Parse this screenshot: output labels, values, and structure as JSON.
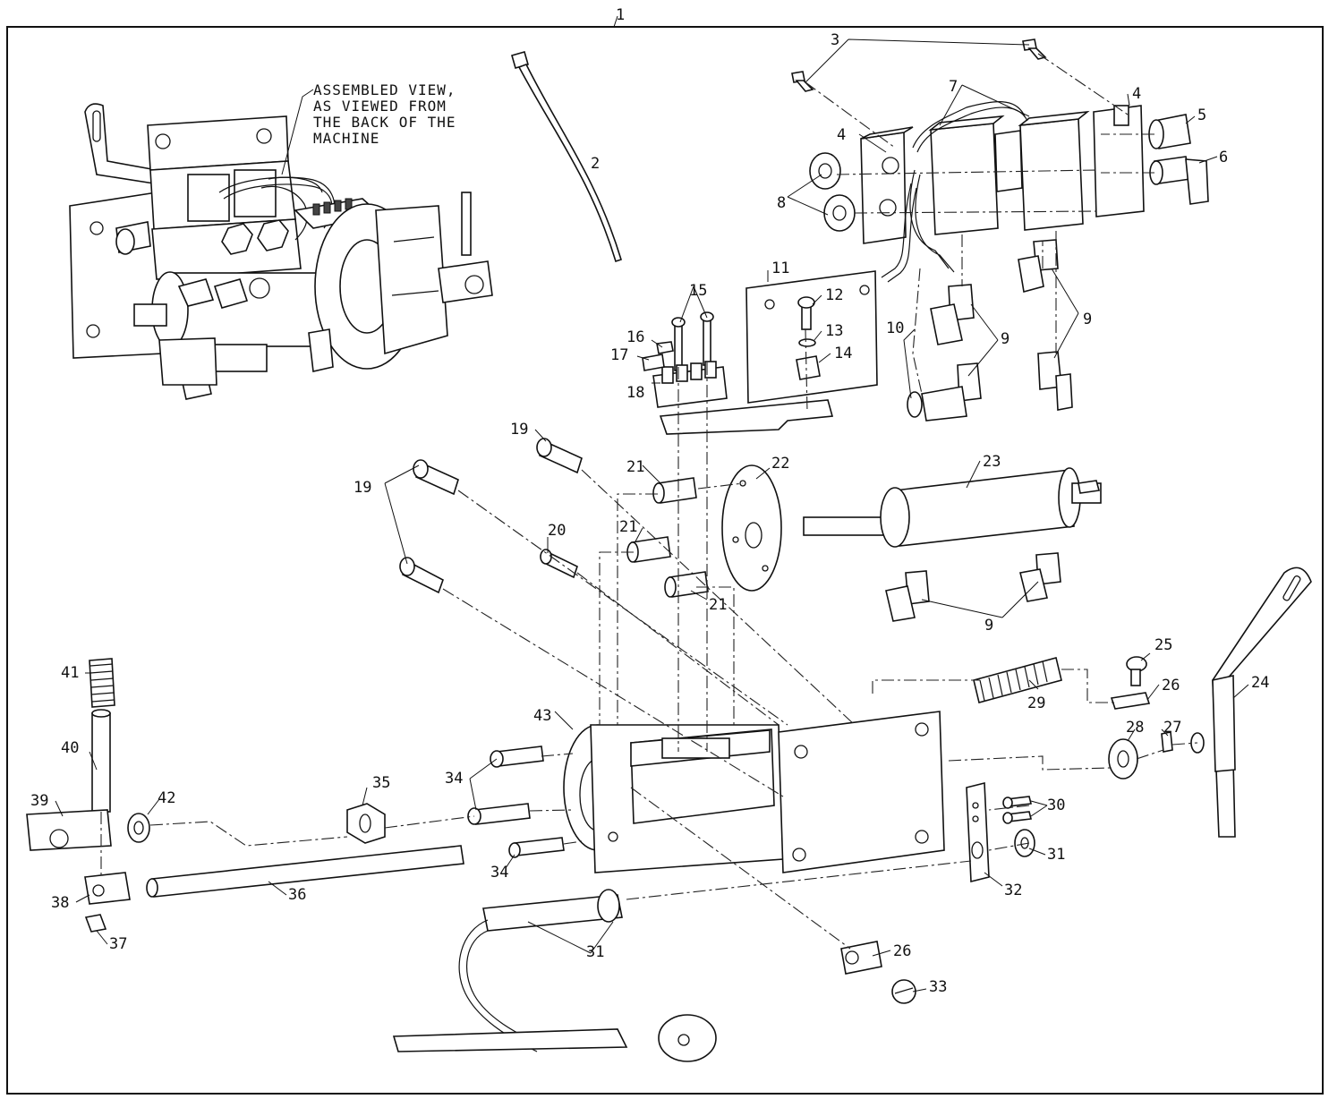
{
  "diagram": {
    "figure_number": "1",
    "assembled_note": [
      "ASSEMBLED VIEW,",
      "AS VIEWED FROM",
      "THE BACK OF THE",
      "MACHINE"
    ],
    "callouts": [
      {
        "id": "c1",
        "label": "1"
      },
      {
        "id": "c2",
        "label": "2"
      },
      {
        "id": "c3",
        "label": "3"
      },
      {
        "id": "c4a",
        "label": "4"
      },
      {
        "id": "c4b",
        "label": "4"
      },
      {
        "id": "c5",
        "label": "5"
      },
      {
        "id": "c6",
        "label": "6"
      },
      {
        "id": "c7",
        "label": "7"
      },
      {
        "id": "c8",
        "label": "8"
      },
      {
        "id": "c9a",
        "label": "9"
      },
      {
        "id": "c9b",
        "label": "9"
      },
      {
        "id": "c9c",
        "label": "9"
      },
      {
        "id": "c10",
        "label": "10"
      },
      {
        "id": "c11",
        "label": "11"
      },
      {
        "id": "c12",
        "label": "12"
      },
      {
        "id": "c13",
        "label": "13"
      },
      {
        "id": "c14",
        "label": "14"
      },
      {
        "id": "c15",
        "label": "15"
      },
      {
        "id": "c16",
        "label": "16"
      },
      {
        "id": "c17",
        "label": "17"
      },
      {
        "id": "c18",
        "label": "18"
      },
      {
        "id": "c19a",
        "label": "19"
      },
      {
        "id": "c19b",
        "label": "19"
      },
      {
        "id": "c20",
        "label": "20"
      },
      {
        "id": "c21a",
        "label": "21"
      },
      {
        "id": "c21b",
        "label": "21"
      },
      {
        "id": "c21c",
        "label": "21"
      },
      {
        "id": "c22",
        "label": "22"
      },
      {
        "id": "c23",
        "label": "23"
      },
      {
        "id": "c24",
        "label": "24"
      },
      {
        "id": "c25",
        "label": "25"
      },
      {
        "id": "c26a",
        "label": "26"
      },
      {
        "id": "c26b",
        "label": "26"
      },
      {
        "id": "c27",
        "label": "27"
      },
      {
        "id": "c28",
        "label": "28"
      },
      {
        "id": "c29",
        "label": "29"
      },
      {
        "id": "c30",
        "label": "30"
      },
      {
        "id": "c31a",
        "label": "31"
      },
      {
        "id": "c31b",
        "label": "31"
      },
      {
        "id": "c32",
        "label": "32"
      },
      {
        "id": "c33",
        "label": "33"
      },
      {
        "id": "c34a",
        "label": "34"
      },
      {
        "id": "c34b",
        "label": "34"
      },
      {
        "id": "c35",
        "label": "35"
      },
      {
        "id": "c36",
        "label": "36"
      },
      {
        "id": "c37",
        "label": "37"
      },
      {
        "id": "c38",
        "label": "38"
      },
      {
        "id": "c39",
        "label": "39"
      },
      {
        "id": "c40",
        "label": "40"
      },
      {
        "id": "c41",
        "label": "41"
      },
      {
        "id": "c42",
        "label": "42"
      },
      {
        "id": "c43",
        "label": "43"
      }
    ]
  }
}
